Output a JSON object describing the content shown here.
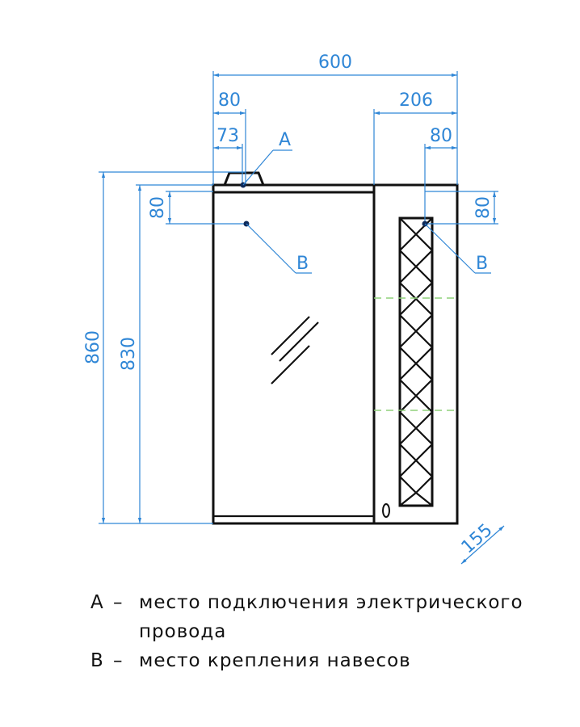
{
  "drawing": {
    "dimensions": {
      "overall_width": "600",
      "left_offset_A_outer": "80",
      "left_offset_A_inner": "73",
      "right_section_width": "206",
      "right_hinge_offset": "80",
      "left_vertical_hinge": "80",
      "right_vertical_hinge": "80",
      "overall_height": "860",
      "body_height": "830",
      "depth": "155"
    },
    "callouts": {
      "a_label": "A",
      "b_left_label": "B",
      "b_right_label": "B"
    },
    "colors": {
      "dimension": "#2f86d6",
      "object": "#111111",
      "hidden": "#8fd07a"
    }
  },
  "legend": {
    "items": [
      {
        "key": "A",
        "dash": "–",
        "text": "место подключения электрического",
        "continuation": "провода"
      },
      {
        "key": "B",
        "dash": "–",
        "text": "место крепления навесов"
      }
    ]
  }
}
